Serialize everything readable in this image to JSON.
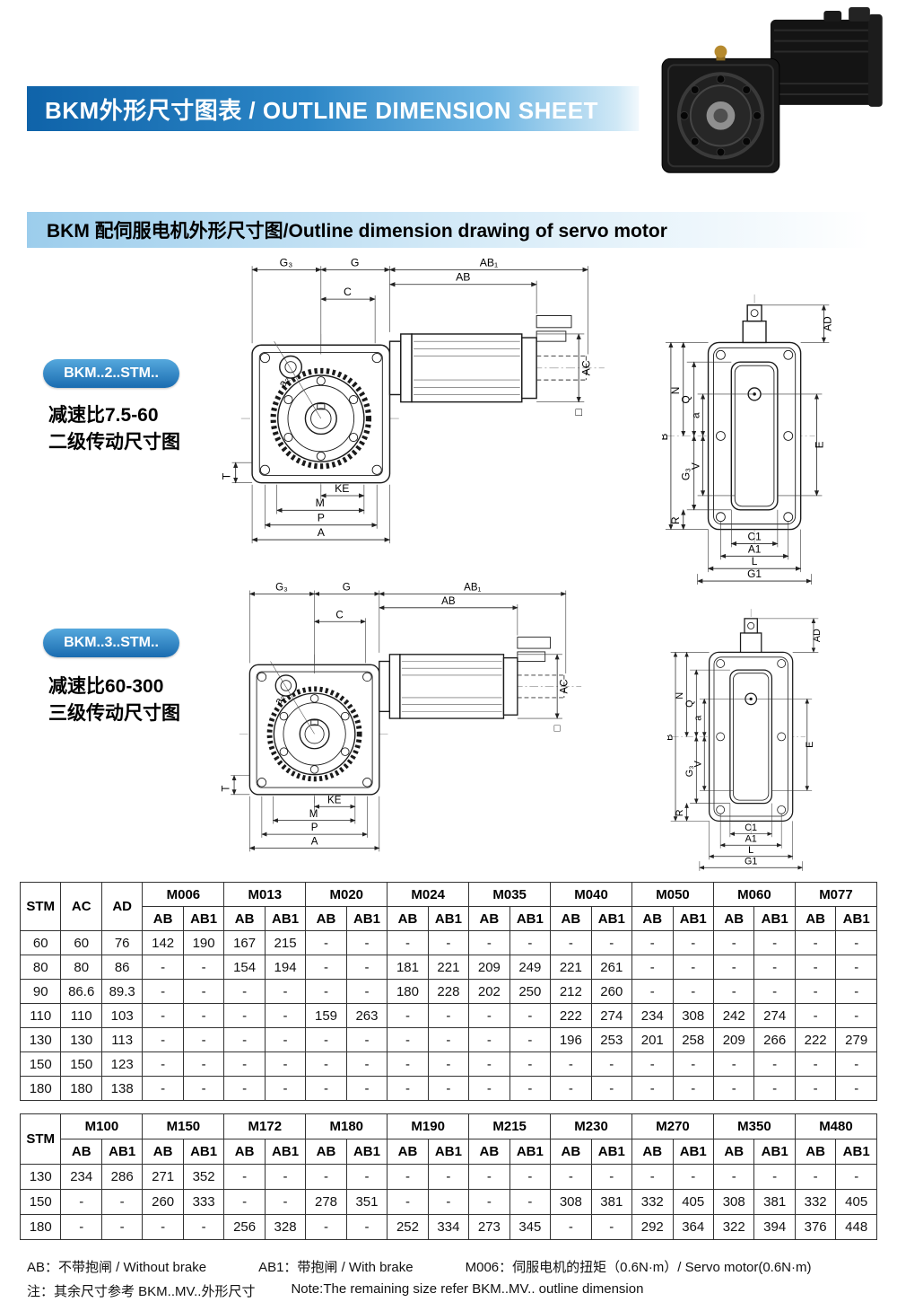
{
  "header": {
    "title": "BKM外形尺寸图表 / OUTLINE DIMENSION SHEET"
  },
  "subheader": {
    "text": "BKM 配伺服电机外形尺寸图/Outline dimension drawing of servo motor"
  },
  "sections": [
    {
      "badge": "BKM..2..STM..",
      "line1": "减速比7.5-60",
      "line2": "二级传动尺寸图"
    },
    {
      "badge": "BKM..3..STM..",
      "line1": "减速比60-300",
      "line2": "三级传动尺寸图"
    }
  ],
  "drawing": {
    "front": {
      "g3": "G₃",
      "g": "G",
      "ab1": "AB₁",
      "ab": "AB",
      "c": "C",
      "ac": "AC",
      "a2": "a₂",
      "t": "T",
      "ke": "KE",
      "m": "M",
      "p": "P",
      "a": "A",
      "square": "□"
    },
    "side": {
      "ad": "AD",
      "n": "N",
      "q": "Q",
      "a": "a",
      "b": "B",
      "e": "E",
      "g3": "G₃",
      "v": "V",
      "r": "R",
      "c1": "C1",
      "a1": "A1",
      "l": "L",
      "g1": "G1"
    }
  },
  "table1": {
    "corner": "STM",
    "fixed": [
      "AC",
      "AD"
    ],
    "groups": [
      "M006",
      "M013",
      "M020",
      "M024",
      "M035",
      "M040",
      "M050",
      "M060",
      "M077"
    ],
    "sub": [
      "AB",
      "AB1"
    ],
    "rows": [
      [
        "60",
        "60",
        "76",
        "142",
        "190",
        "167",
        "215",
        "-",
        "-",
        "-",
        "-",
        "-",
        "-",
        "-",
        "-",
        "-",
        "-",
        "-",
        "-",
        "-",
        "-"
      ],
      [
        "80",
        "80",
        "86",
        "-",
        "-",
        "154",
        "194",
        "-",
        "-",
        "181",
        "221",
        "209",
        "249",
        "221",
        "261",
        "-",
        "-",
        "-",
        "-",
        "-",
        "-"
      ],
      [
        "90",
        "86.6",
        "89.3",
        "-",
        "-",
        "-",
        "-",
        "-",
        "-",
        "180",
        "228",
        "202",
        "250",
        "212",
        "260",
        "-",
        "-",
        "-",
        "-",
        "-",
        "-"
      ],
      [
        "110",
        "110",
        "103",
        "-",
        "-",
        "-",
        "-",
        "159",
        "263",
        "-",
        "-",
        "-",
        "-",
        "222",
        "274",
        "234",
        "308",
        "242",
        "274",
        "-",
        "-"
      ],
      [
        "130",
        "130",
        "113",
        "-",
        "-",
        "-",
        "-",
        "-",
        "-",
        "-",
        "-",
        "-",
        "-",
        "196",
        "253",
        "201",
        "258",
        "209",
        "266",
        "222",
        "279"
      ],
      [
        "150",
        "150",
        "123",
        "-",
        "-",
        "-",
        "-",
        "-",
        "-",
        "-",
        "-",
        "-",
        "-",
        "-",
        "-",
        "-",
        "-",
        "-",
        "-",
        "-",
        "-"
      ],
      [
        "180",
        "180",
        "138",
        "-",
        "-",
        "-",
        "-",
        "-",
        "-",
        "-",
        "-",
        "-",
        "-",
        "-",
        "-",
        "-",
        "-",
        "-",
        "-",
        "-",
        "-"
      ]
    ]
  },
  "table2": {
    "corner": "STM",
    "fixed": [],
    "groups": [
      "M100",
      "M150",
      "M172",
      "M180",
      "M190",
      "M215",
      "M230",
      "M270",
      "M350",
      "M480"
    ],
    "sub": [
      "AB",
      "AB1"
    ],
    "rows": [
      [
        "130",
        "234",
        "286",
        "271",
        "352",
        "-",
        "-",
        "-",
        "-",
        "-",
        "-",
        "-",
        "-",
        "-",
        "-",
        "-",
        "-",
        "-",
        "-",
        "-",
        "-"
      ],
      [
        "150",
        "-",
        "-",
        "260",
        "333",
        "-",
        "-",
        "278",
        "351",
        "-",
        "-",
        "-",
        "-",
        "308",
        "381",
        "332",
        "405",
        "308",
        "381",
        "332",
        "405"
      ],
      [
        "180",
        "-",
        "-",
        "-",
        "-",
        "256",
        "328",
        "-",
        "-",
        "252",
        "334",
        "273",
        "345",
        "-",
        "-",
        "292",
        "364",
        "322",
        "394",
        "376",
        "448"
      ]
    ]
  },
  "notes": {
    "ab": "AB：不带抱闸 / Without brake",
    "ab1": "AB1：带抱闸 / With brake",
    "m006": "M006：伺服电机的扭矩（0.6N·m）/ Servo motor(0.6N·m)",
    "note_cn": "注：其余尺寸参考 BKM..MV..外形尺寸",
    "note_en": "Note:The remaining size refer BKM..MV.. outline dimension"
  },
  "colors": {
    "title_bar_blue": "#0f63a9",
    "title_bar_fade": "#cfe8f6",
    "badge_blue": "#1a6cb0",
    "subheader_blue": "#9ccdec"
  }
}
